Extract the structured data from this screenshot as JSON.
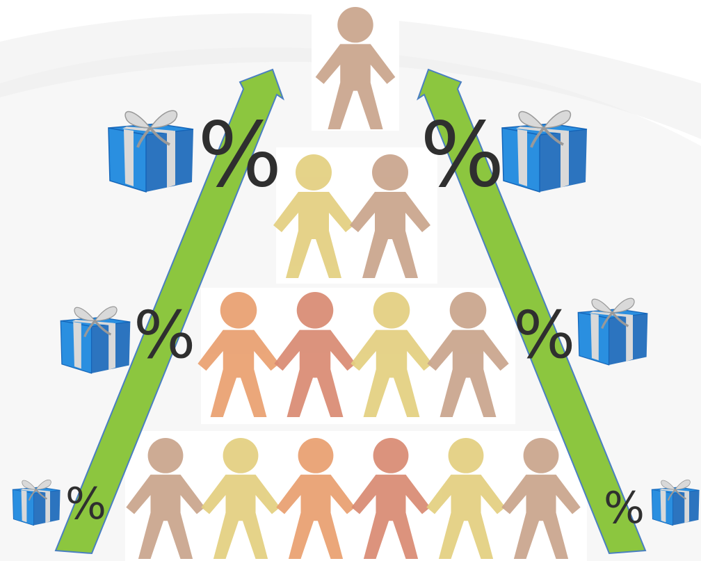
{
  "labels": {
    "percent_left_top": "%",
    "percent_right_top": "%",
    "percent_left_mid": "%",
    "percent_right_mid": "%",
    "percent_left_bottom": "%",
    "percent_right_bottom": "%"
  },
  "pyramid": {
    "rows": [
      {
        "level": 1,
        "figures": [
          "tan"
        ]
      },
      {
        "level": 2,
        "figures": [
          "yellow",
          "tan"
        ]
      },
      {
        "level": 3,
        "figures": [
          "orange",
          "salmon",
          "yellow",
          "tan"
        ]
      },
      {
        "level": 4,
        "figures": [
          "tan",
          "yellow",
          "orange",
          "salmon",
          "yellow",
          "tan"
        ]
      }
    ]
  },
  "icons": {
    "arrow": "upward-green-arrow-icon",
    "gift": "blue-gift-box-icon",
    "person": "paper-person-icon"
  },
  "colors": {
    "arrow_fill": "#8cc63f",
    "arrow_stroke": "#4a7fc1",
    "gift_blue": "#2a8fe0",
    "gift_blue_dark": "#1565b8",
    "ribbon": "#d9d9d9",
    "tan": "#c9a48c",
    "yellow": "#e3cf7f",
    "orange": "#e99f6f",
    "salmon": "#d98a72",
    "percent_text": "#2f2f2f"
  }
}
